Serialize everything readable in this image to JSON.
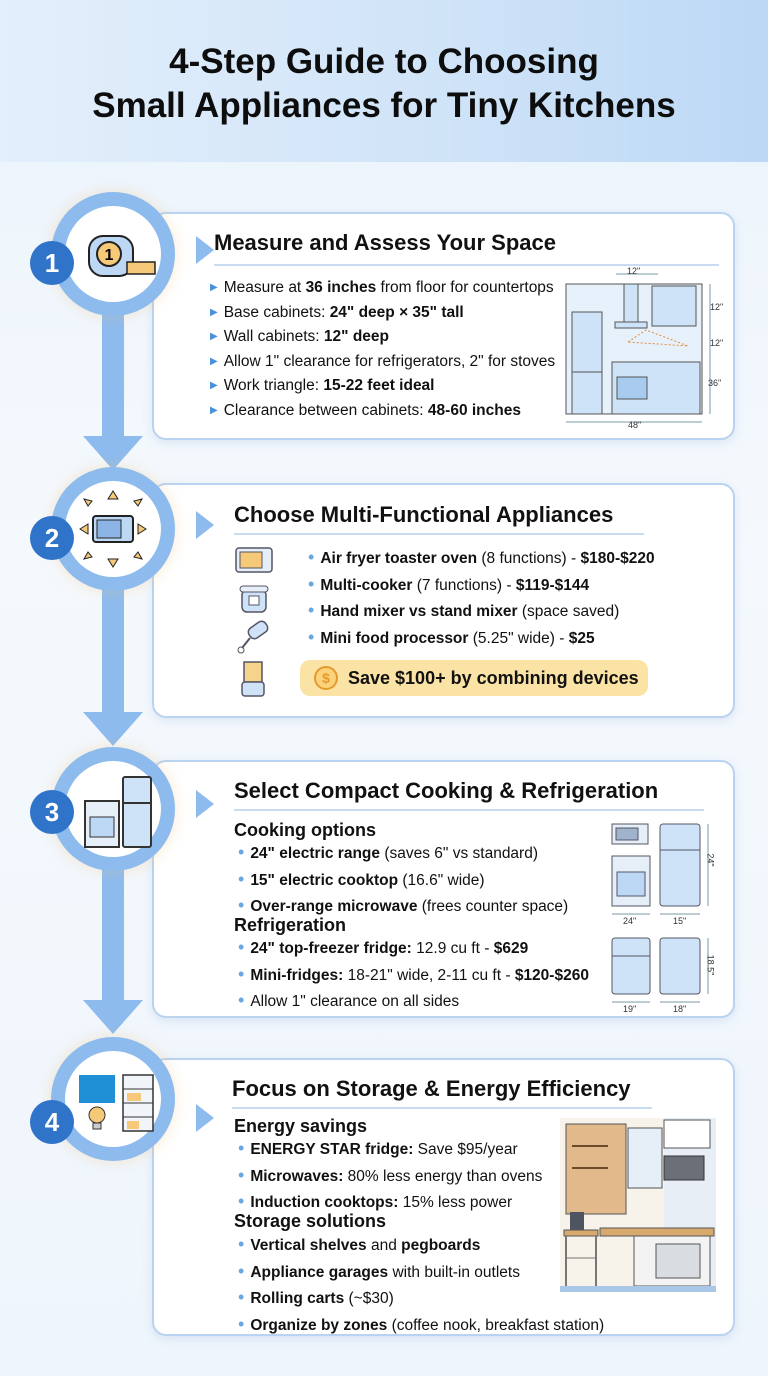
{
  "title": {
    "line1": "4-Step Guide to Choosing",
    "line2": "Small Appliances for Tiny Kitchens"
  },
  "colors": {
    "accent": "#2f74c9",
    "ring": "#8dbbee",
    "highlight": "#fbe3a6"
  },
  "step1": {
    "number": "1",
    "icon": "tape-measure-icon",
    "title": "Measure and Assess Your Space",
    "items": [
      [
        {
          "t": "Measure at "
        },
        {
          "t": "36 inches",
          "b": true
        },
        {
          "t": " from floor for countertops"
        }
      ],
      [
        {
          "t": "Base cabinets: "
        },
        {
          "t": "24\" deep × 35\" tall",
          "b": true
        }
      ],
      [
        {
          "t": "Wall cabinets: "
        },
        {
          "t": "12\" deep",
          "b": true
        }
      ],
      [
        {
          "t": "Allow 1\" clearance for refrigerators, 2\" for stoves"
        }
      ],
      [
        {
          "t": "Work triangle: "
        },
        {
          "t": "15-22 feet ideal",
          "b": true
        }
      ],
      [
        {
          "t": "Clearance between cabinets: "
        },
        {
          "t": "48-60 inches",
          "b": true
        }
      ]
    ],
    "diagram": {
      "hood_width": "12\"",
      "upper_height": "12\"",
      "gap_height": "12\"",
      "counter_height": "36\"",
      "total_width": "48\""
    }
  },
  "step2": {
    "number": "2",
    "icon": "multi-function-oven-icon",
    "title": "Choose Multi-Functional Appliances",
    "items": [
      [
        {
          "t": "Air fryer toaster oven",
          "b": true
        },
        {
          "t": " (8 functions) - "
        },
        {
          "t": "$180-$220",
          "b": true
        }
      ],
      [
        {
          "t": "Multi-cooker",
          "b": true
        },
        {
          "t": " (7 functions) - "
        },
        {
          "t": "$119-$144",
          "b": true
        }
      ],
      [
        {
          "t": "Hand mixer vs stand mixer",
          "b": true
        },
        {
          "t": " (space saved)"
        }
      ],
      [
        {
          "t": "Mini food processor",
          "b": true
        },
        {
          "t": " (5.25\" wide) - "
        },
        {
          "t": "$25",
          "b": true
        }
      ]
    ],
    "callout": "Save $100+ by combining devices",
    "callout_icon": "$"
  },
  "step3": {
    "number": "3",
    "icon": "range-and-fridge-icon",
    "title": "Select Compact Cooking & Refrigeration",
    "cooking_heading": "Cooking options",
    "cooking": [
      [
        {
          "t": "24\" electric range",
          "b": true
        },
        {
          "t": " (saves 6\" vs standard)"
        }
      ],
      [
        {
          "t": "15\" electric cooktop",
          "b": true
        },
        {
          "t": " (16.6\" wide)"
        }
      ],
      [
        {
          "t": "Over-range microwave",
          "b": true
        },
        {
          "t": " (frees counter space)"
        }
      ]
    ],
    "fridge_heading": "Refrigeration",
    "fridge": [
      [
        {
          "t": "24\" top-freezer fridge:",
          "b": true
        },
        {
          "t": " 12.9 cu ft - "
        },
        {
          "t": "$629",
          "b": true
        }
      ],
      [
        {
          "t": "Mini-fridges:",
          "b": true
        },
        {
          "t": " 18-21\" wide, 2-11 cu ft - "
        },
        {
          "t": "$120-$260",
          "b": true
        }
      ],
      [
        {
          "t": "Allow 1\" clearance on all sides"
        }
      ]
    ],
    "diagram": {
      "range_width": "24\"",
      "fridge_width": "15\"",
      "fridge_height": "24\"",
      "mini1_width": "19\"",
      "mini2_width": "18\"",
      "mini_height": "18.5\""
    }
  },
  "step4": {
    "number": "4",
    "icon": "energy-star-shelf-icon",
    "title": "Focus on Storage & Energy Efficiency",
    "energy_heading": "Energy savings",
    "energy": [
      [
        {
          "t": "ENERGY STAR fridge:",
          "b": true
        },
        {
          "t": " Save $95/year"
        }
      ],
      [
        {
          "t": "Microwaves:",
          "b": true
        },
        {
          "t": " 80% less energy than ovens"
        }
      ],
      [
        {
          "t": "Induction cooktops:",
          "b": true
        },
        {
          "t": " 15% less power"
        }
      ]
    ],
    "storage_heading": "Storage solutions",
    "storage": [
      [
        {
          "t": "Vertical shelves",
          "b": true
        },
        {
          "t": " and "
        },
        {
          "t": "pegboards",
          "b": true
        }
      ],
      [
        {
          "t": "Appliance garages",
          "b": true
        },
        {
          "t": " with built-in outlets"
        }
      ],
      [
        {
          "t": "Rolling carts",
          "b": true
        },
        {
          "t": " (~$30)"
        }
      ],
      [
        {
          "t": "Organize by zones",
          "b": true
        },
        {
          "t": " (coffee nook, breakfast station)"
        }
      ]
    ]
  }
}
